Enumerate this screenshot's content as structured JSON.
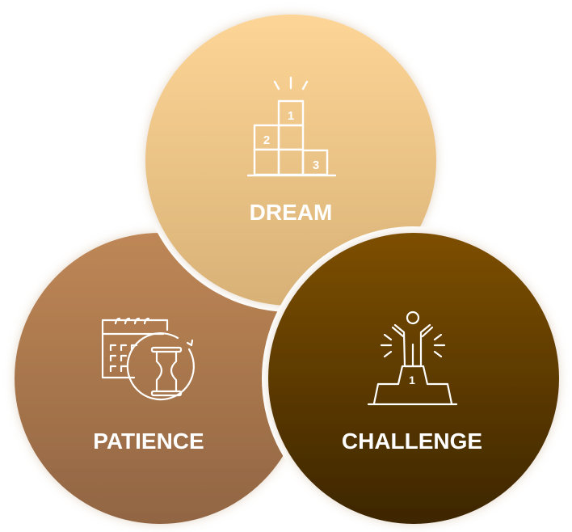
{
  "diagram": {
    "type": "three-circle-overlap",
    "circles": [
      {
        "id": "dream",
        "label": "DREAM",
        "icon": "podium-icon",
        "icon_numbers": [
          "1",
          "2",
          "3"
        ],
        "gradient_top": "#FDD495",
        "gradient_bottom": "#D9B276"
      },
      {
        "id": "patience",
        "label": "PATIENCE",
        "icon": "calendar-hourglass-icon",
        "gradient_top": "#BE8655",
        "gradient_bottom": "#936744"
      },
      {
        "id": "challenge",
        "label": "CHALLENGE",
        "icon": "winner-on-podium-icon",
        "icon_numbers": [
          "1"
        ],
        "gradient_top": "#7B4D06",
        "gradient_bottom": "#3F2701"
      }
    ],
    "separator_color": "#FFFFFF",
    "text_color": "#FFFFFF"
  }
}
